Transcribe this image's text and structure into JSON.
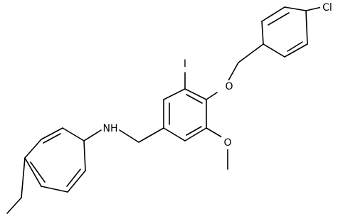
{
  "molecule": {
    "atoms": {
      "cl": "Cl",
      "o_ether": "O",
      "o_methoxy": "O",
      "iodine": "I",
      "amine": "NH"
    }
  }
}
